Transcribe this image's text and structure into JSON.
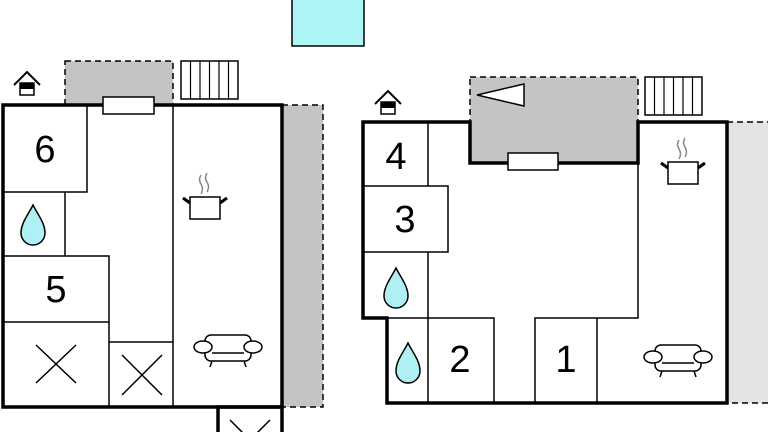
{
  "plan": {
    "left_unit": {
      "rooms": {
        "a": "6",
        "b": "5"
      }
    },
    "right_unit": {
      "rooms": {
        "a": "4",
        "b": "3",
        "c": "2",
        "d": "1"
      }
    }
  },
  "colors": {
    "water": "#aef0f4",
    "terrace": "#c4c4c4",
    "pool": "#aef5f5"
  }
}
